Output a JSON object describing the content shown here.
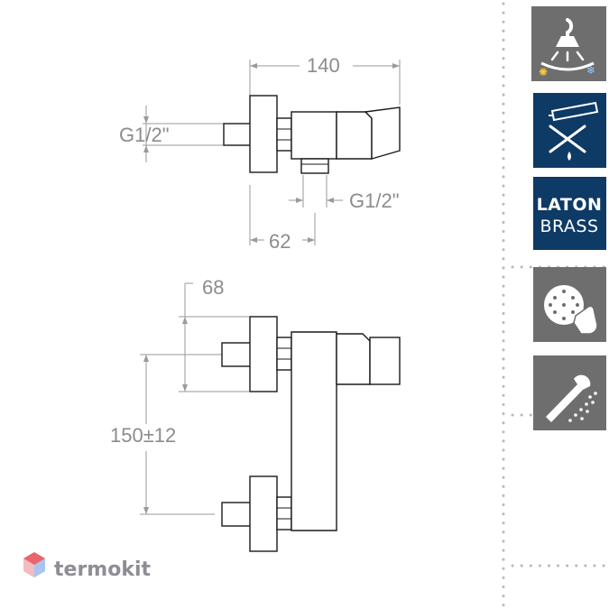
{
  "drawing": {
    "side_view": {
      "width_dim": "140",
      "inlet_thread": "G1/2\"",
      "outlet_thread": "G1/2\"",
      "outlet_offset": "62"
    },
    "front_view": {
      "wall_depth": "68",
      "center_distance": "150±12"
    }
  },
  "features": [
    {
      "name": "thermostatic-shower-icon",
      "color": "#6e6e6e"
    },
    {
      "name": "no-abrasive-cleaning-icon",
      "color": "#0e3a66"
    },
    {
      "name": "laton-brass-badge",
      "color": "#0e3a66",
      "line1": "LATON",
      "line2": "BRASS"
    },
    {
      "name": "anti-limescale-nozzles-icon",
      "color": "#6e6e6e"
    },
    {
      "name": "hand-shower-spray-icon",
      "color": "#6e6e6e"
    }
  ],
  "brand": {
    "name": "termokit",
    "logo_color": "#e9646b",
    "logo_color_2": "#5b8fd6"
  }
}
